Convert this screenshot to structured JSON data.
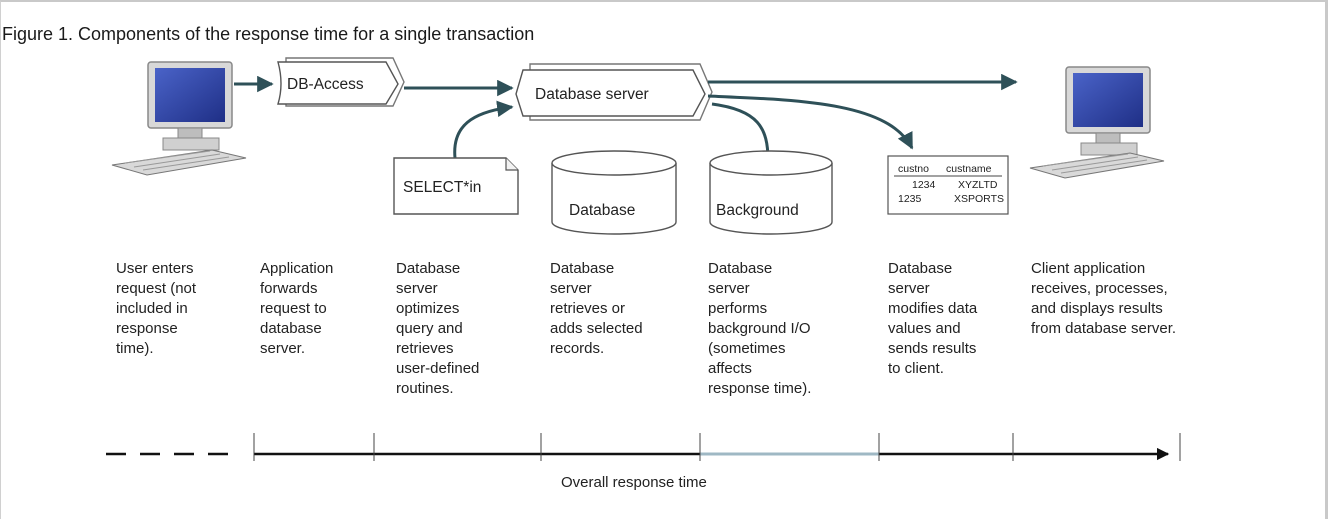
{
  "figure": {
    "caption": "Figure 1. Components of the response time for a single transaction"
  },
  "nodes": {
    "db_access": "DB-Access",
    "database_server": "Database server",
    "query_doc": "SELECT*in",
    "database": "Database",
    "background": "Background"
  },
  "result_table": {
    "headers": [
      "custno",
      "custname"
    ],
    "rows": [
      [
        "1234",
        "XYZLTD"
      ],
      [
        "1235",
        "XSPORTS"
      ]
    ]
  },
  "stages": [
    [
      "User enters",
      "request (not",
      "included in",
      "response",
      "time)."
    ],
    [
      "Application",
      "forwards",
      "request to",
      "database",
      "server."
    ],
    [
      "Database",
      "server",
      "optimizes",
      "query and",
      "retrieves",
      "user-defined",
      "routines."
    ],
    [
      "Database",
      "server",
      "retrieves or",
      "adds selected",
      "records."
    ],
    [
      "Database",
      "server",
      "performs",
      "background I/O",
      "(sometimes",
      "affects",
      "response time)."
    ],
    [
      "Database",
      "server",
      "modifies data",
      "values and",
      "sends results",
      "to client."
    ],
    [
      "Client application",
      "receives, processes,",
      "and displays results",
      "from database server."
    ]
  ],
  "timeline": {
    "label": "Overall response time"
  },
  "colors": {
    "arrow": "#2e5058",
    "monitor_frame": "#9a9a9a",
    "screen": "#3b4fb0",
    "highlight": "#9fb8c4"
  }
}
